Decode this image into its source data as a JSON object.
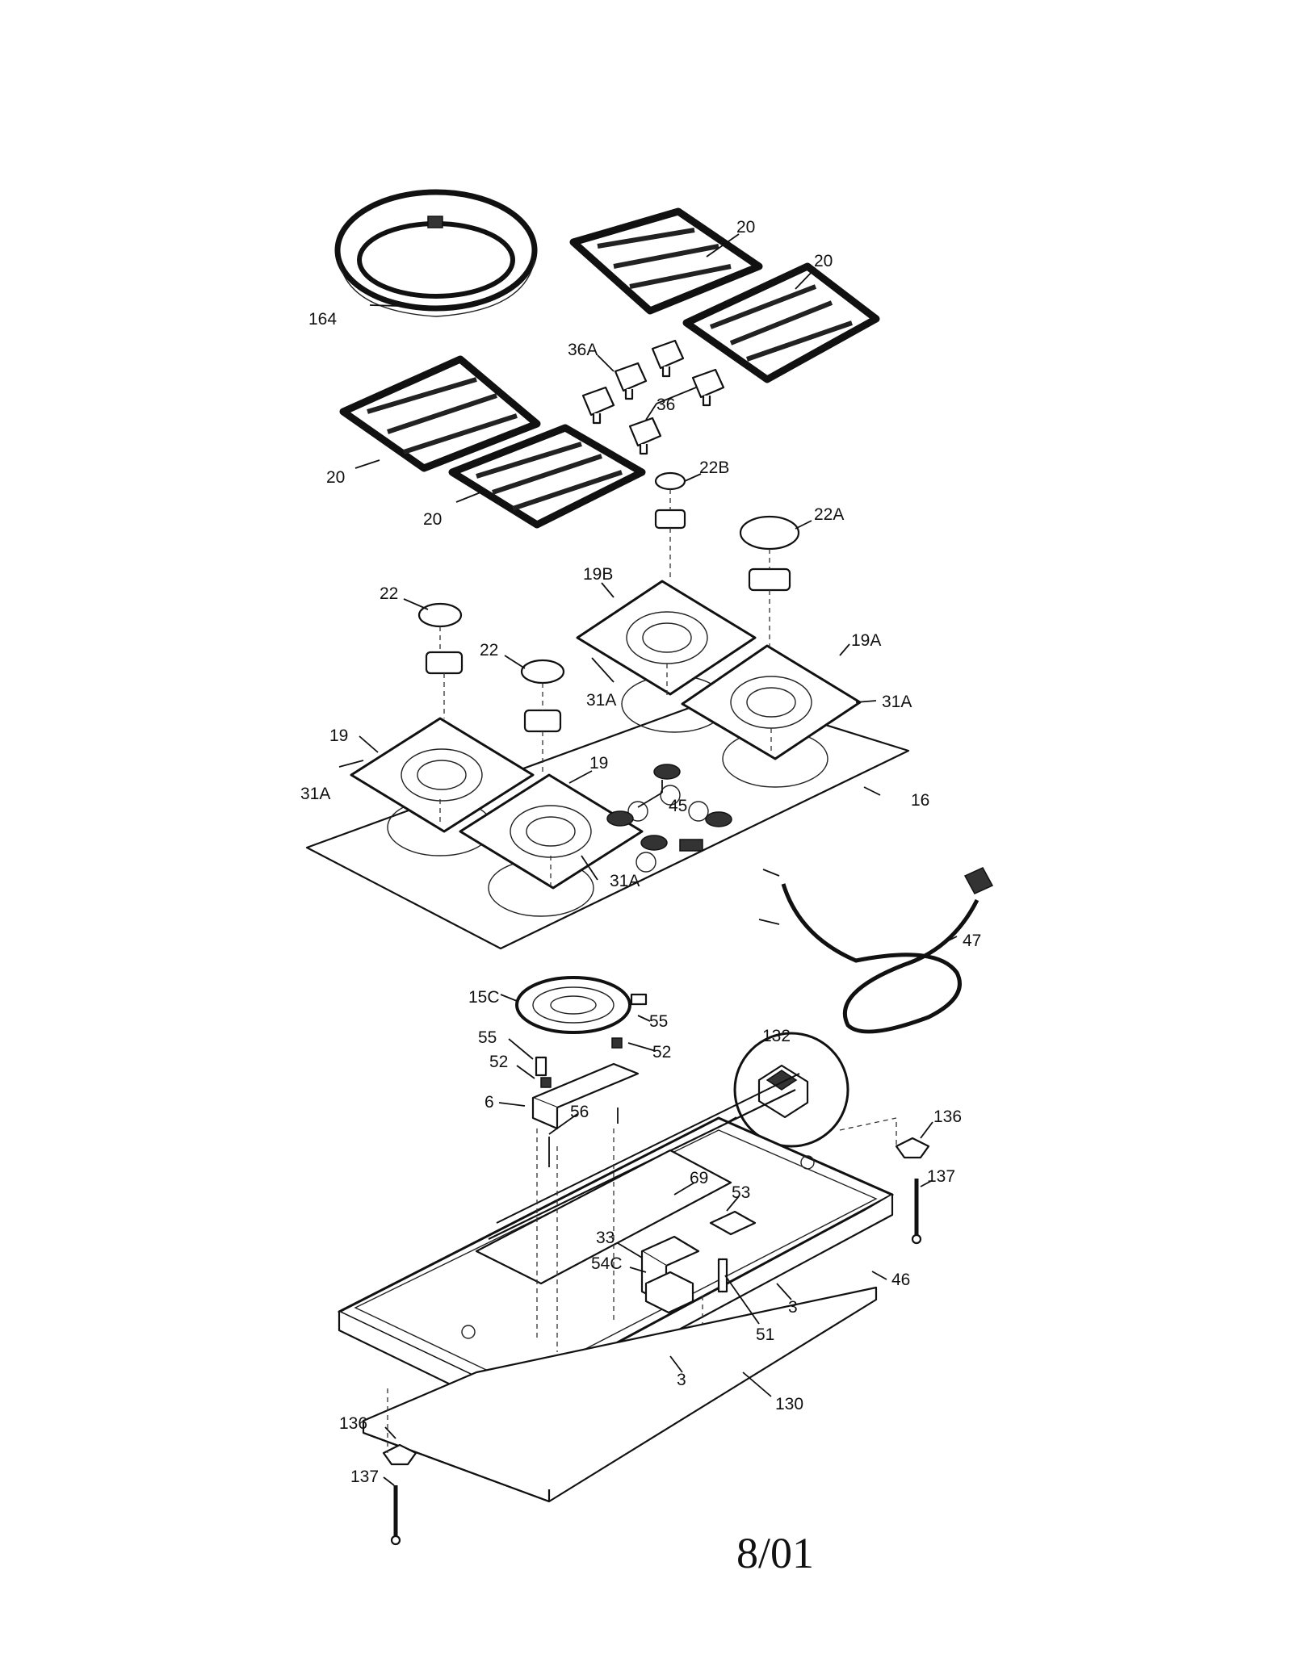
{
  "diagram": {
    "date_code": "8/01",
    "labels": {
      "grate_upper_left": "20",
      "grate_upper_right": "20",
      "grate_lower_left": "20",
      "grate_lower_right": "20",
      "wok_ring": "164",
      "knob_36a": "36A",
      "knob_36": "36",
      "cap_22b": "22B",
      "cap_22a": "22A",
      "cap_22_left": "22",
      "cap_22_mid": "22",
      "pan_19b": "19B",
      "pan_19a": "19A",
      "pan_19_left": "19",
      "pan_19_mid": "19",
      "gasket_31a_1": "31A",
      "gasket_31a_2": "31A",
      "gasket_31a_3": "31A",
      "gasket_31a_4": "31A",
      "bezel_45": "45",
      "cooktop_16": "16",
      "cord_47": "47",
      "element_15c": "15C",
      "spacer_55_left": "55",
      "spacer_55_right": "55",
      "nut_52_left": "52",
      "nut_52_right": "52",
      "bracket_6": "6",
      "screw_56": "56",
      "detail_132": "132",
      "clip_136_right": "136",
      "screw_137_right": "137",
      "valve_69": "69",
      "bracket_53": "53",
      "switch_33": "33",
      "switch_54c": "54C",
      "pan_46": "46",
      "screw_3_right": "3",
      "bolt_51": "51",
      "screw_3_bottom": "3",
      "cover_130": "130",
      "clip_136_left": "136",
      "screw_137_left": "137"
    }
  }
}
